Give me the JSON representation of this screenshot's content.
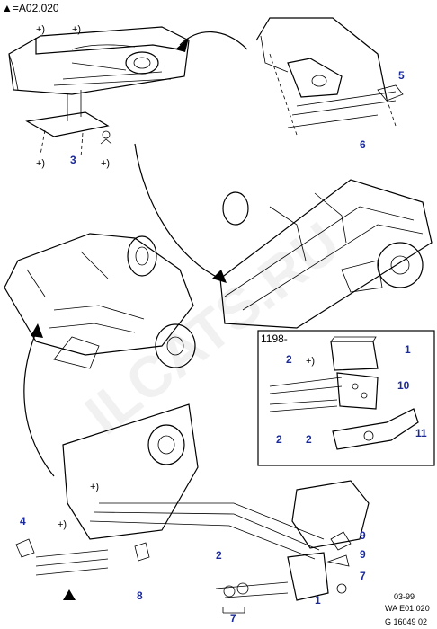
{
  "header": {
    "ref_code": "▲=A02.020"
  },
  "inset": {
    "label": "1198-"
  },
  "symbols": {
    "plus_paren": "+)"
  },
  "footer": {
    "line1": "03-99",
    "line2": "WA E01.020",
    "line3": "G 16049 02"
  },
  "watermark": "ILCATS.RU",
  "callouts": {
    "c1a": "1",
    "c1b": "1",
    "c2a": "2",
    "c2b": "2",
    "c2c": "2",
    "c2d": "2",
    "c3": "3",
    "c4": "4",
    "c5": "5",
    "c6": "6",
    "c7a": "7",
    "c7b": "7",
    "c8": "8",
    "c9a": "9",
    "c9b": "9",
    "c10": "10",
    "c11": "11"
  },
  "colors": {
    "callout": "#1a2a9a",
    "line": "#000000"
  }
}
